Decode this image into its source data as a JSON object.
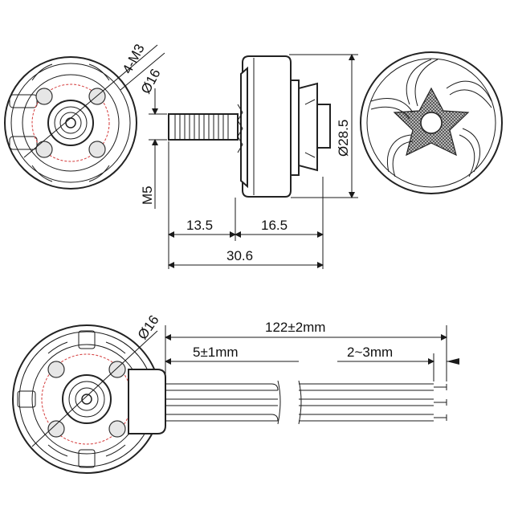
{
  "labels": {
    "screw_spec": "4-M3",
    "hole_circle_top": "Ø16",
    "shaft_thread": "M5",
    "outer_diameter": "Ø28.5",
    "shaft_length": "13.5",
    "body_length": "16.5",
    "total_length": "30.6",
    "hole_circle_bottom": "Ø16",
    "lead_length": "122±2mm",
    "sleeve_length": "5±1mm",
    "strip_length": "2~3mm"
  }
}
